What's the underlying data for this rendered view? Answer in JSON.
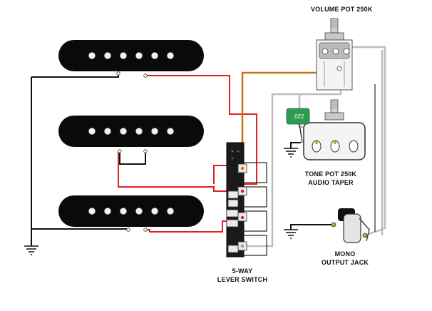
{
  "labels": {
    "volume_pot": "VOLUME POT 250K",
    "tone_pot_line1": "TONE POT 250K",
    "tone_pot_line2": "AUDIO TAPER",
    "jack_line1": "MONO",
    "jack_line2": "OUTPUT JACK",
    "switch_line1": "5-WAY",
    "switch_line2": "LEVER SWITCH",
    "capacitor_value": ".022"
  },
  "colors": {
    "hot_wire": "#e02020",
    "ground_wire": "#111111",
    "volume_output_wire": "#c87414",
    "output_wire": "#bdbdbd",
    "pickup_body": "#0a0a0a",
    "capacitor": "#2f9a55"
  },
  "icons": {
    "pickup": "single-coil-pickup-icon",
    "pot": "potentiometer-icon",
    "ground": "ground-symbol-icon",
    "jack": "jack-icon",
    "switch": "lever-switch-icon",
    "capacitor": "capacitor-icon"
  }
}
